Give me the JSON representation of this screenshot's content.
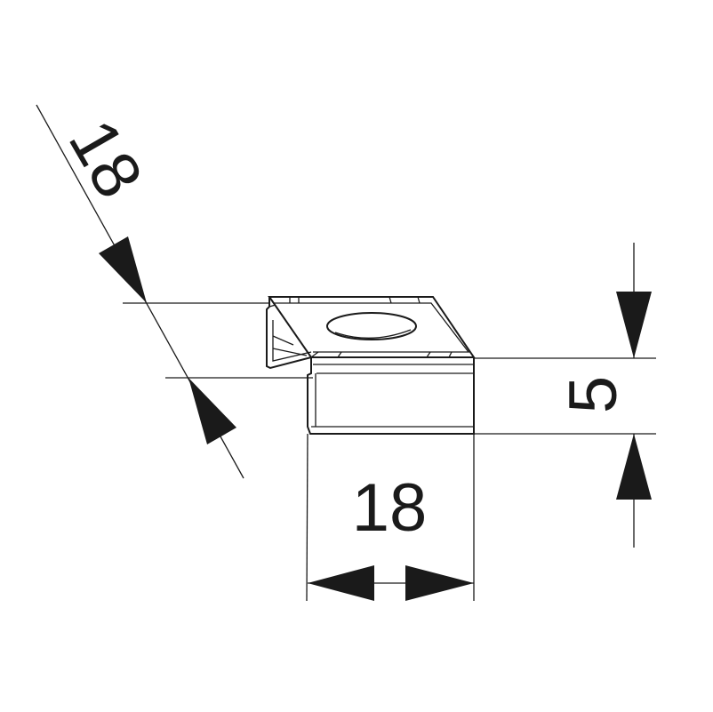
{
  "dimensions": {
    "diagonal": "18",
    "height": "5",
    "width": "18"
  },
  "colors": {
    "line": "#1a1a1a",
    "background": "#ffffff"
  }
}
